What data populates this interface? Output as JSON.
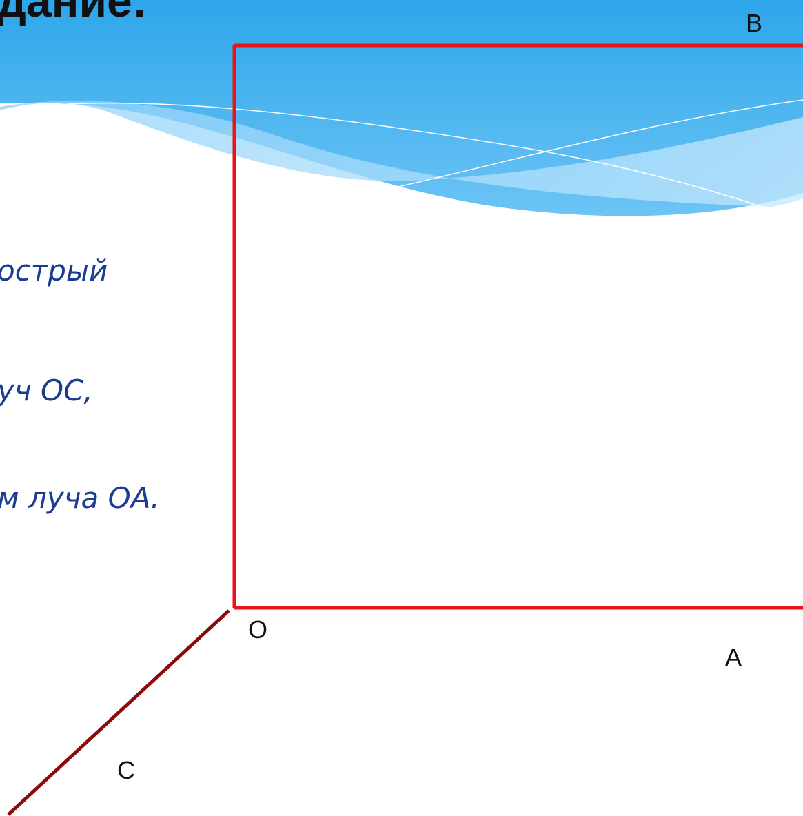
{
  "slide": {
    "title": "дание:",
    "text_lines": [
      "острый",
      "уч ОС,",
      "м луча ОА."
    ]
  },
  "diagram": {
    "points": {
      "B": "B",
      "O": "O",
      "A": "A",
      "C": "C"
    },
    "colors": {
      "angle_lines": "#e8141c",
      "ray_oc": "#8b0a0a",
      "text": "#1b3d8f",
      "header_blue": "#3aa8ea"
    }
  }
}
